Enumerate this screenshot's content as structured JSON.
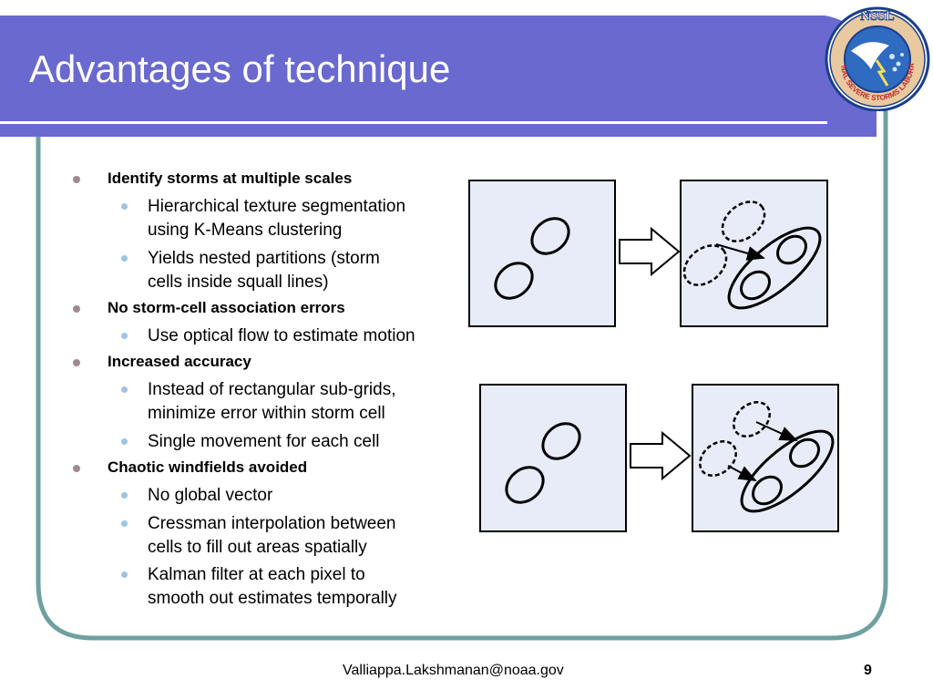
{
  "slide": {
    "title": "Advantages of technique",
    "footer": {
      "email": "Valliappa.Lakshmanan@noaa.gov",
      "page_number": "9"
    },
    "logo": {
      "name": "nssl-logo",
      "text": "NSSL",
      "arc_text": "NATIONAL SEVERE STORMS LABORATORY"
    },
    "bullets": [
      {
        "text": "Identify storms at multiple scales",
        "sub": [
          {
            "lines": [
              "Hierarchical texture segmentation",
              "using K-Means clustering"
            ]
          },
          {
            "lines": [
              "Yields nested partitions (storm",
              "cells inside squall lines)"
            ]
          }
        ]
      },
      {
        "text": "No storm-cell association errors",
        "sub": [
          {
            "lines": [
              "Use optical flow to estimate motion"
            ]
          }
        ]
      },
      {
        "text": "Increased accuracy",
        "sub": [
          {
            "lines": [
              "Instead of rectangular sub-grids,",
              "minimize error within storm cell"
            ]
          },
          {
            "lines": [
              "Single movement for each cell"
            ]
          }
        ]
      },
      {
        "text": "Chaotic windfields avoided",
        "sub": [
          {
            "lines": [
              "No global vector"
            ]
          },
          {
            "lines": [
              "Cressman interpolation between",
              "cells to fill out areas spatially"
            ]
          },
          {
            "lines": [
              "Kalman filter at each pixel to",
              "smooth out estimates temporally"
            ]
          }
        ]
      }
    ],
    "colors": {
      "header_band": "#6969cf",
      "frame_border": "#6fa0a0",
      "diagram_fill": "#e8ecf8",
      "bullet_l1": "#a08a90",
      "bullet_l2": "#9dc3e6"
    }
  }
}
